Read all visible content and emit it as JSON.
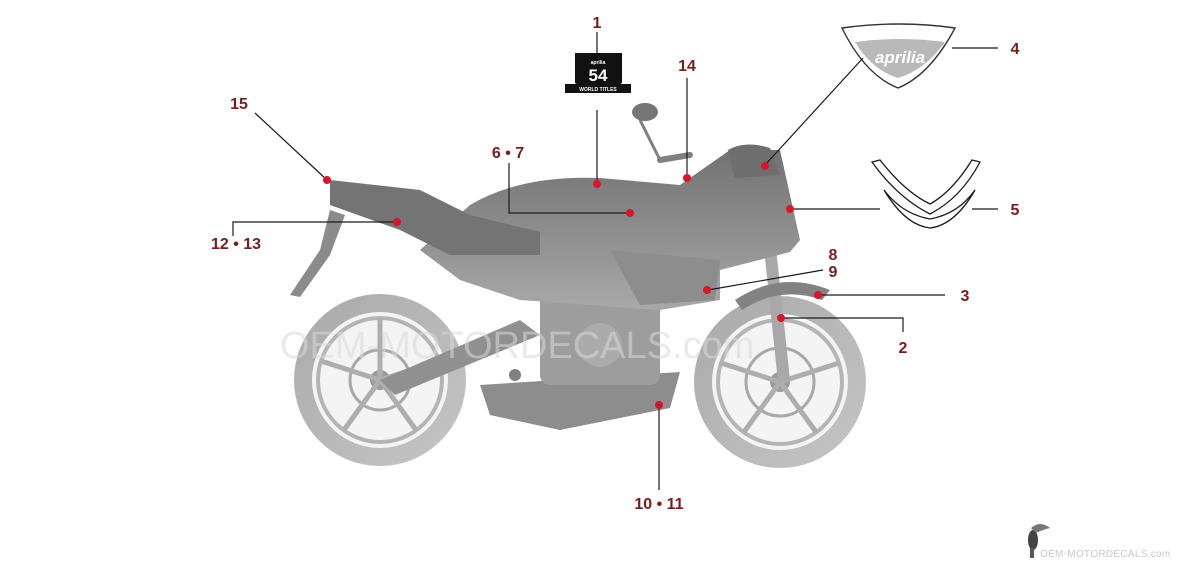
{
  "diagram": {
    "callouts": {
      "c1": "1",
      "c2": "2",
      "c3": "3",
      "c4": "4",
      "c5": "5",
      "c67": "6 • 7",
      "c89_a": "8",
      "c89_b": "9",
      "c1011": "10 • 11",
      "c1213": "12 • 13",
      "c14": "14",
      "c15": "15"
    },
    "decal_badge": {
      "brand": "aprilia",
      "number": "54",
      "ribbon": "WORLD TITLES"
    },
    "decal_tail_logo": "aprilia",
    "watermark": "OEM-MOTORDECALS.com",
    "accent_color": "#d8152b",
    "label_color": "#7a1c1c"
  }
}
